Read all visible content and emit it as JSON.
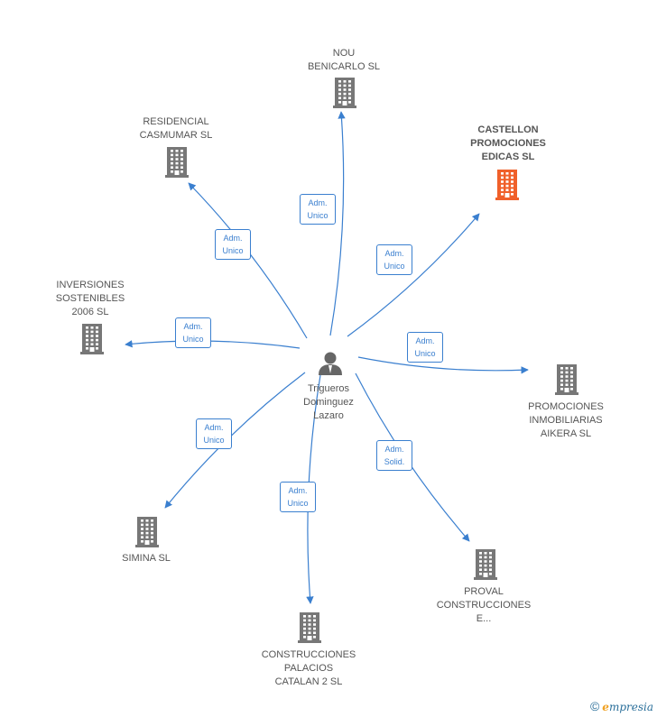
{
  "center": {
    "name_lines": [
      "Trigueros",
      "Dominguez",
      "Lazaro"
    ],
    "icon": "person-icon"
  },
  "companies": [
    {
      "id": "nou-benicarlo",
      "name_lines": [
        "NOU",
        "BENICARLO  SL"
      ],
      "highlight": false,
      "relation": [
        "Adm.",
        "Unico"
      ]
    },
    {
      "id": "residencial-casmumar",
      "name_lines": [
        "RESIDENCIAL",
        "CASMUMAR SL"
      ],
      "highlight": false,
      "relation": [
        "Adm.",
        "Unico"
      ]
    },
    {
      "id": "castellon-promociones",
      "name_lines": [
        "CASTELLON",
        "PROMOCIONES",
        "EDICAS SL"
      ],
      "highlight": true,
      "relation": [
        "Adm.",
        "Unico"
      ]
    },
    {
      "id": "inversiones-sostenibles",
      "name_lines": [
        "INVERSIONES",
        "SOSTENIBLES",
        "2006 SL"
      ],
      "highlight": false,
      "relation": [
        "Adm.",
        "Unico"
      ]
    },
    {
      "id": "promociones-aikera",
      "name_lines": [
        "PROMOCIONES",
        "INMOBILIARIAS",
        "AIKERA SL"
      ],
      "highlight": false,
      "relation": [
        "Adm.",
        "Unico"
      ]
    },
    {
      "id": "simina",
      "name_lines": [
        "SIMINA SL"
      ],
      "highlight": false,
      "relation": [
        "Adm.",
        "Unico"
      ]
    },
    {
      "id": "proval-construcciones",
      "name_lines": [
        "PROVAL",
        "CONSTRUCCIONES",
        "E..."
      ],
      "highlight": false,
      "relation": [
        "Adm.",
        "Solid."
      ]
    },
    {
      "id": "construcciones-palacios",
      "name_lines": [
        "CONSTRUCCIONES",
        "PALACIOS",
        "CATALAN 2 SL"
      ],
      "highlight": false,
      "relation": [
        "Adm.",
        "Unico"
      ]
    }
  ],
  "colors": {
    "edge": "#3a7fcf",
    "building": "#777777",
    "building_highlight": "#f0602a"
  },
  "footer": {
    "copyright_symbol": "©",
    "brand_first": "e",
    "brand_rest": "mpresia"
  }
}
